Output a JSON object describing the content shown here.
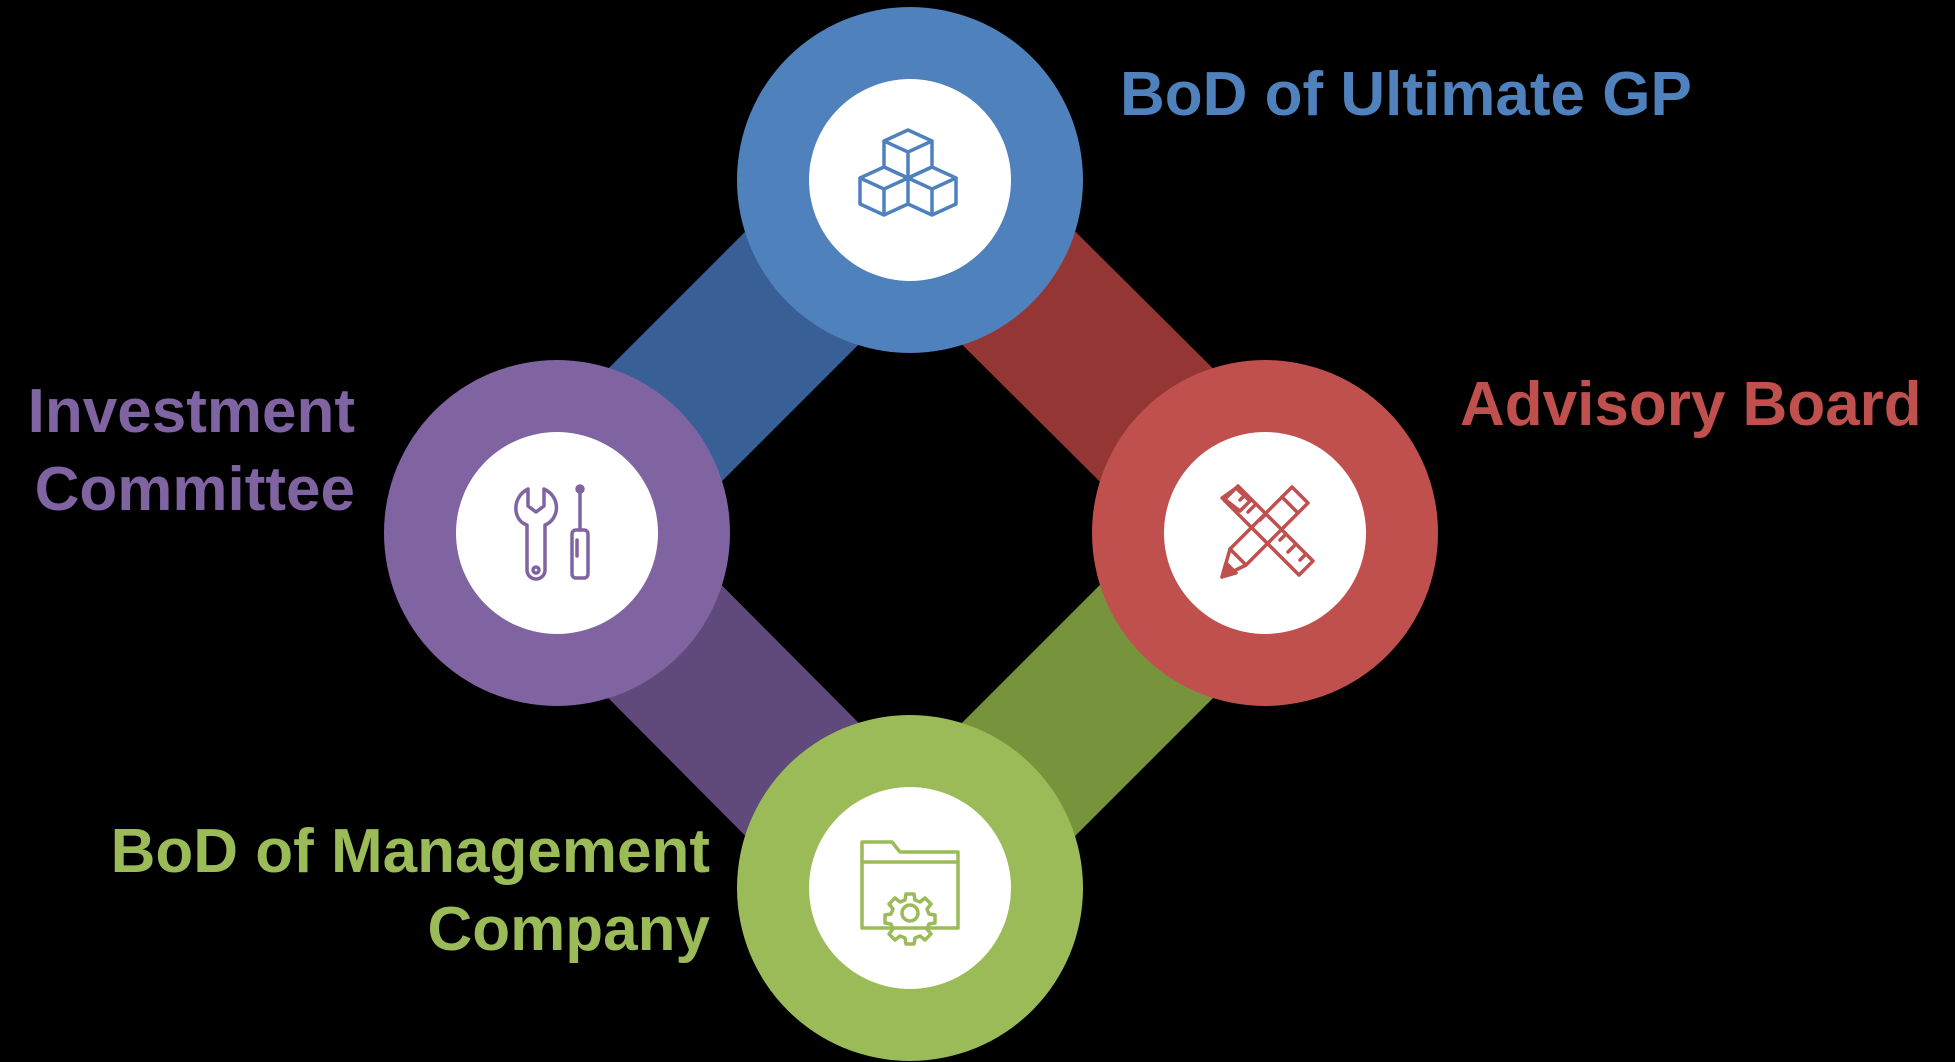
{
  "diagram": {
    "nodes": [
      {
        "id": "top",
        "label_lines": [
          "BoD of Ultimate GP"
        ],
        "color": "#4F81BD",
        "icon": "cubes-icon"
      },
      {
        "id": "right",
        "label_lines": [
          "Advisory Board"
        ],
        "color": "#C0504D",
        "icon": "pencil-ruler-icon"
      },
      {
        "id": "left",
        "label_lines": [
          "Investment",
          "Committee"
        ],
        "color": "#8064A2",
        "icon": "wrench-screwdriver-icon"
      },
      {
        "id": "bottom",
        "label_lines": [
          "BoD of Management",
          "Company"
        ],
        "color": "#9BBB59",
        "icon": "folder-gear-icon"
      }
    ],
    "connectors": [
      {
        "from": "top",
        "to": "left",
        "color": "#386096"
      },
      {
        "from": "top",
        "to": "right",
        "color": "#943634"
      },
      {
        "from": "left",
        "to": "bottom",
        "color": "#604A7B"
      },
      {
        "from": "right",
        "to": "bottom",
        "color": "#77933C"
      }
    ],
    "background": "#000000",
    "inner_circle_color": "#FFFFFF"
  }
}
